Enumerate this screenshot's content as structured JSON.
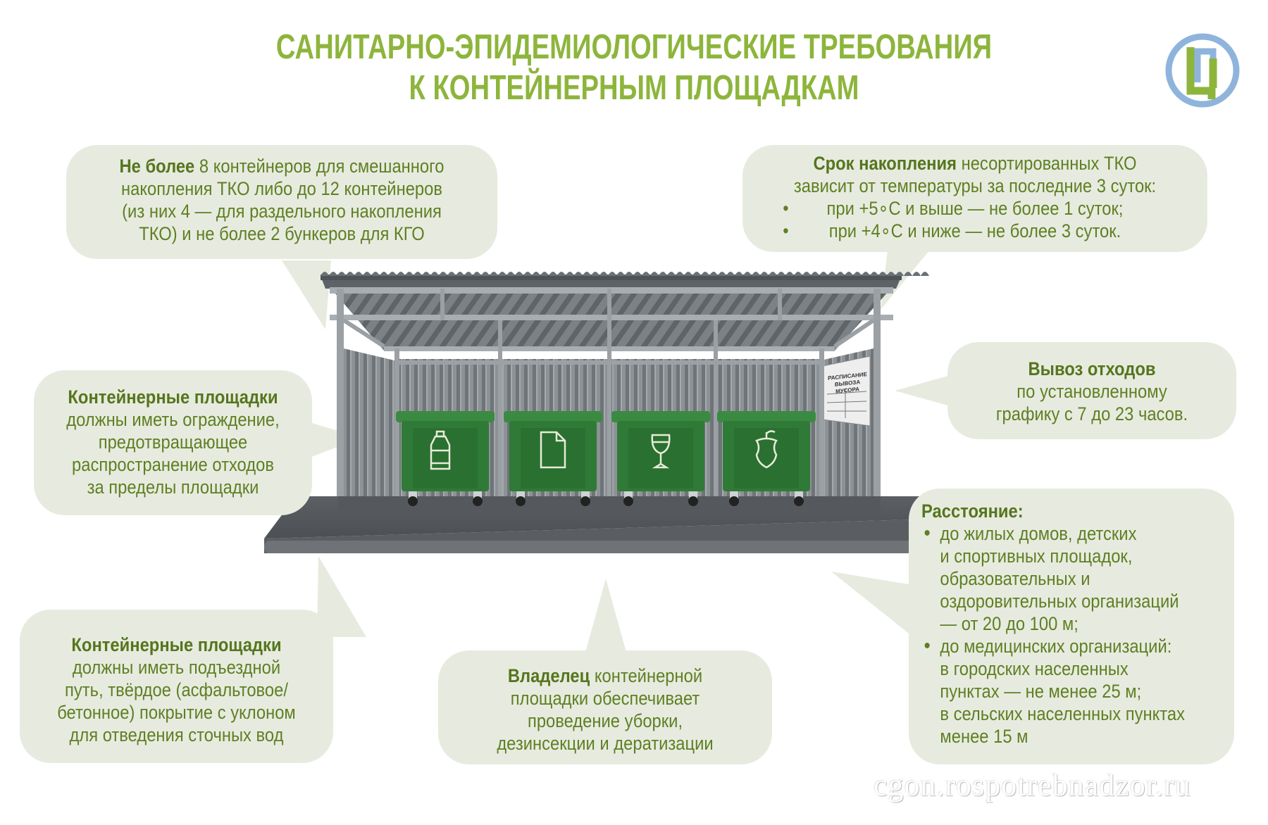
{
  "title": {
    "line1": "САНИТАРНО-ЭПИДЕМИОЛОГИЧЕСКИЕ ТРЕБОВАНИЯ",
    "line2": "К КОНТЕЙНЕРНЫМ ПЛОЩАДКАМ"
  },
  "logo": {
    "letter": "Ц",
    "ring_color": "#8fb4dc",
    "letter_color": "#8db53c"
  },
  "colors": {
    "title": "#8db53c",
    "bubble_bg": "#e7ebdf",
    "bubble_text": "#5f7f23",
    "container_green": "#2f7a36",
    "metal_gray": "#8a9094"
  },
  "bubbles": {
    "max_containers": {
      "bold": "Не более",
      "line1_rest": " 8 контейнеров для смешанного",
      "line2": "накопления ТКО либо до 12 контейнеров",
      "line3": "(из них 4 — для раздельного накопления",
      "line4": "ТКО) и не более 2 бункеров для КГО"
    },
    "storage_period": {
      "bold": "Срок накопления",
      "line1_rest": " несортированных ТКО",
      "line2": "зависит от температуры за последние 3 суток:",
      "bullets": [
        "при +5∘C и выше — не более 1 суток;",
        "при +4∘C и ниже — не более 3 суток."
      ]
    },
    "fencing": {
      "bold": "Контейнерные площадки",
      "line2": "должны иметь ограждение,",
      "line3": "предотвращающее",
      "line4": "распространение отходов",
      "line5": "за пределы площадки"
    },
    "removal": {
      "bold": "Вывоз отходов",
      "line2": "по установленному",
      "line3": "графику с 7 до 23 часов."
    },
    "distance": {
      "bold": "Расстояние:",
      "bullets": [
        [
          "до жилых домов, детских",
          "и спортивных площадок,",
          "образовательных и",
          "оздоровительных организаций",
          "— от 20 до 100 м;"
        ],
        [
          "до медицинских организаций:",
          "в городских населенных",
          "пунктах — не менее 25 м;",
          "в сельских населенных пунктах",
          "менее 15 м"
        ]
      ]
    },
    "access_road": {
      "bold": "Контейнерные площадки",
      "line2": "должны иметь подъездной",
      "line3": "путь, твёрдое (асфальтовое/",
      "line4": "бетонное) покрытие с уклоном",
      "line5": "для отведения сточных вод"
    },
    "owner": {
      "bold": "Владелец",
      "line1_rest": " контейнерной",
      "line2": "площадки обеспечивает",
      "line3": "проведение уборки,",
      "line4": "дезинсекции и дератизации"
    }
  },
  "sign": {
    "title1": "РАСПИСАНИЕ",
    "title2": "ВЫВОЗА МУСОРА"
  },
  "containers": [
    {
      "icon": "plastic-bottle-icon"
    },
    {
      "icon": "paper-document-icon"
    },
    {
      "icon": "wine-glass-icon"
    },
    {
      "icon": "apple-core-icon"
    }
  ],
  "watermark": "cgon.rospotrebnadzor.ru"
}
